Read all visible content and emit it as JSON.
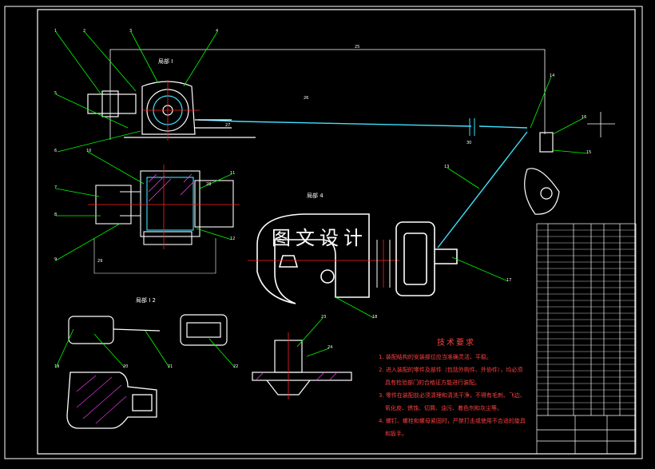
{
  "watermark": "图文设计",
  "views": {
    "view1": "局部 I",
    "view2": "局部 I 2",
    "view4": "局部 4"
  },
  "tech_requirements": {
    "title": "技术要求",
    "lines": [
      "1. 装配结构的安装部位应当准确灵活、平稳。",
      "2. 进入装配的零件及部件（包括外购件、外协件），均必须",
      "具有检验部门的合格证方能进行装配。",
      "3. 零件在装配前必须清理和清洗干净，不得有毛刺、飞边、",
      "氧化皮、锈蚀、切屑、油污、着色剂和灰尘等。",
      "4. 螺钉、螺栓和螺母紧固时，严禁打击或使用不合适的旋具",
      "和扳手。"
    ]
  },
  "balloons": [
    "1",
    "2",
    "3",
    "4",
    "5",
    "6",
    "7",
    "8",
    "9",
    "10",
    "11",
    "12",
    "13",
    "14",
    "15",
    "16",
    "17",
    "18",
    "19",
    "20",
    "21",
    "22",
    "23",
    "24",
    "25",
    "26",
    "27",
    "28",
    "29",
    "30"
  ],
  "colors": {
    "background": "#000000",
    "frame": "#ffffff",
    "leader": "#00ff00",
    "part": "#ffffff",
    "cable": "#40e0ff",
    "center": "#ff2020",
    "hatch": "#ff40ff",
    "text_red": "#ff4040"
  }
}
